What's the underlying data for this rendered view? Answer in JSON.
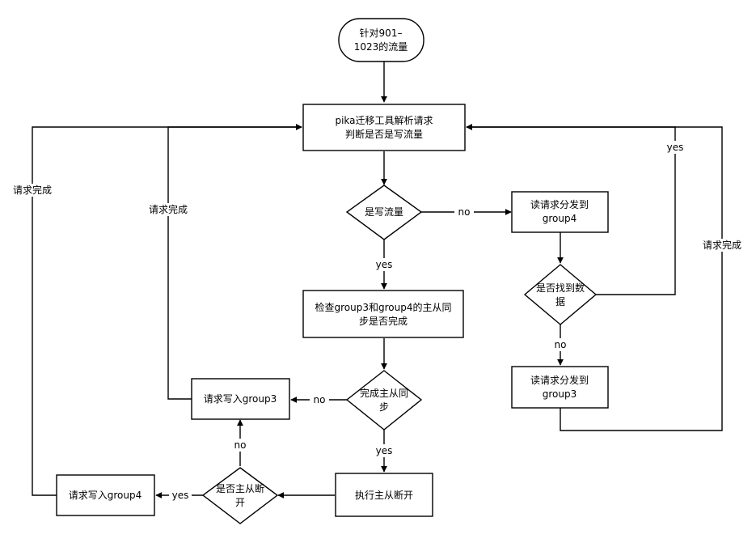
{
  "flowchart": {
    "nodes": {
      "start": {
        "lines": [
          "针对901–",
          "1023的流量"
        ]
      },
      "parse": {
        "lines": [
          "pika迁移工具解析请求",
          "判断是否是写流量"
        ]
      },
      "is_write": {
        "lines": [
          "是写流量"
        ]
      },
      "read_g4": {
        "lines": [
          "读请求分发到",
          "group4"
        ]
      },
      "found": {
        "lines": [
          "是否找到数",
          "据"
        ]
      },
      "read_g3": {
        "lines": [
          "读请求分发到",
          "group3"
        ]
      },
      "check_sync": {
        "lines": [
          "检查group3和group4的主从同",
          "步是否完成"
        ]
      },
      "sync_done": {
        "lines": [
          "完成主从同",
          "步"
        ]
      },
      "write_g3": {
        "lines": [
          "请求写入group3"
        ]
      },
      "disconnect": {
        "lines": [
          "执行主从断开"
        ]
      },
      "is_disconnected": {
        "lines": [
          "是否主从断",
          "开"
        ]
      },
      "write_g4": {
        "lines": [
          "请求写入group4"
        ]
      }
    },
    "edge_labels": {
      "is_write_no": "no",
      "is_write_yes": "yes",
      "found_yes": "yes",
      "found_no": "no",
      "read_g3_done": "请求完成",
      "sync_no": "no",
      "sync_yes": "yes",
      "write_g3_done": "请求完成",
      "disc_no": "no",
      "disc_yes": "yes",
      "write_g4_done": "请求完成"
    }
  }
}
